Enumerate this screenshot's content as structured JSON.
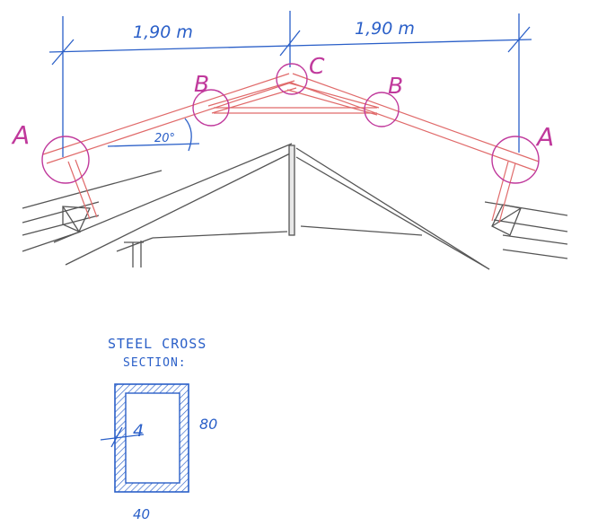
{
  "dimensions": {
    "left_span": "1,90 m",
    "right_span": "1,90 m"
  },
  "angle": {
    "label": "20°"
  },
  "joints": {
    "a_left": "A",
    "b_left": "B",
    "c_apex": "C",
    "b_right": "B",
    "a_right": "A"
  },
  "cross_section": {
    "title_line1": "STEEL CROSS",
    "title_line2": "SECTION:",
    "thickness": "4",
    "height": "80",
    "width": "40"
  },
  "colors": {
    "ink_blue": "#2a5fc8",
    "magenta": "#c0399c",
    "truss_red": "#e06a6a",
    "pencil": "#555555"
  }
}
